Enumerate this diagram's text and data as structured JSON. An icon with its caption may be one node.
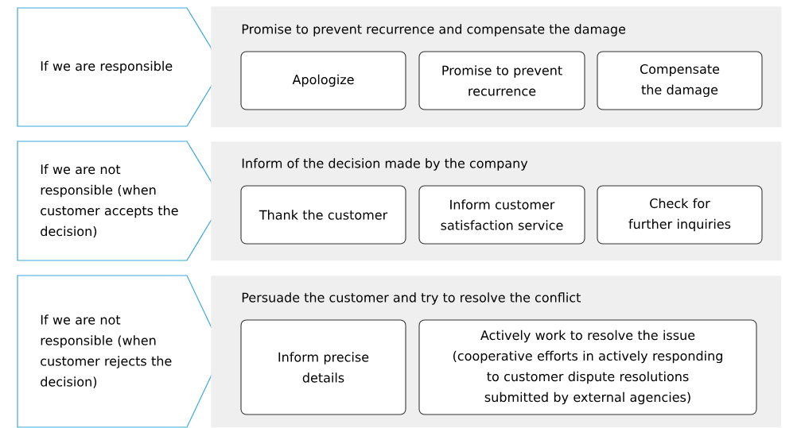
{
  "diagram": {
    "nodes": [
      {
        "text": [
          "If we are responsible"
        ]
      },
      {
        "text": [
          "Promise to prevent recurrence and compensate the damage"
        ]
      },
      {
        "text": [
          "Apologize"
        ],
        "in": 1
      },
      {
        "text": [
          "Promise to prevent recurrence"
        ],
        "in": 1
      },
      {
        "text": [
          "Compensate the damage"
        ],
        "in": 1
      },
      {
        "text": [
          "If we are not responsible (when customer accepts the decision)"
        ]
      },
      {
        "text": [
          "Inform of the decision made by the company"
        ]
      },
      {
        "text": [
          "Thank the customer"
        ],
        "in": 6
      },
      {
        "text": [
          "Inform customer satisfaction service"
        ],
        "in": 6
      },
      {
        "text": [
          "Check for further inquiries"
        ],
        "in": 6
      },
      {
        "text": [
          "If we are not responsible (when customer rejects the decision)"
        ]
      },
      {
        "text": [
          "Persuade the customer and try to resolve the conflict"
        ]
      },
      {
        "text": [
          "Inform precise details"
        ],
        "in": 11
      },
      {
        "text": [
          "Actively work to resolve the issue (cooperative efforts in actively responding to customer dispute resolutions submitted by external agencies)"
        ],
        "in": 11
      }
    ]
  }
}
